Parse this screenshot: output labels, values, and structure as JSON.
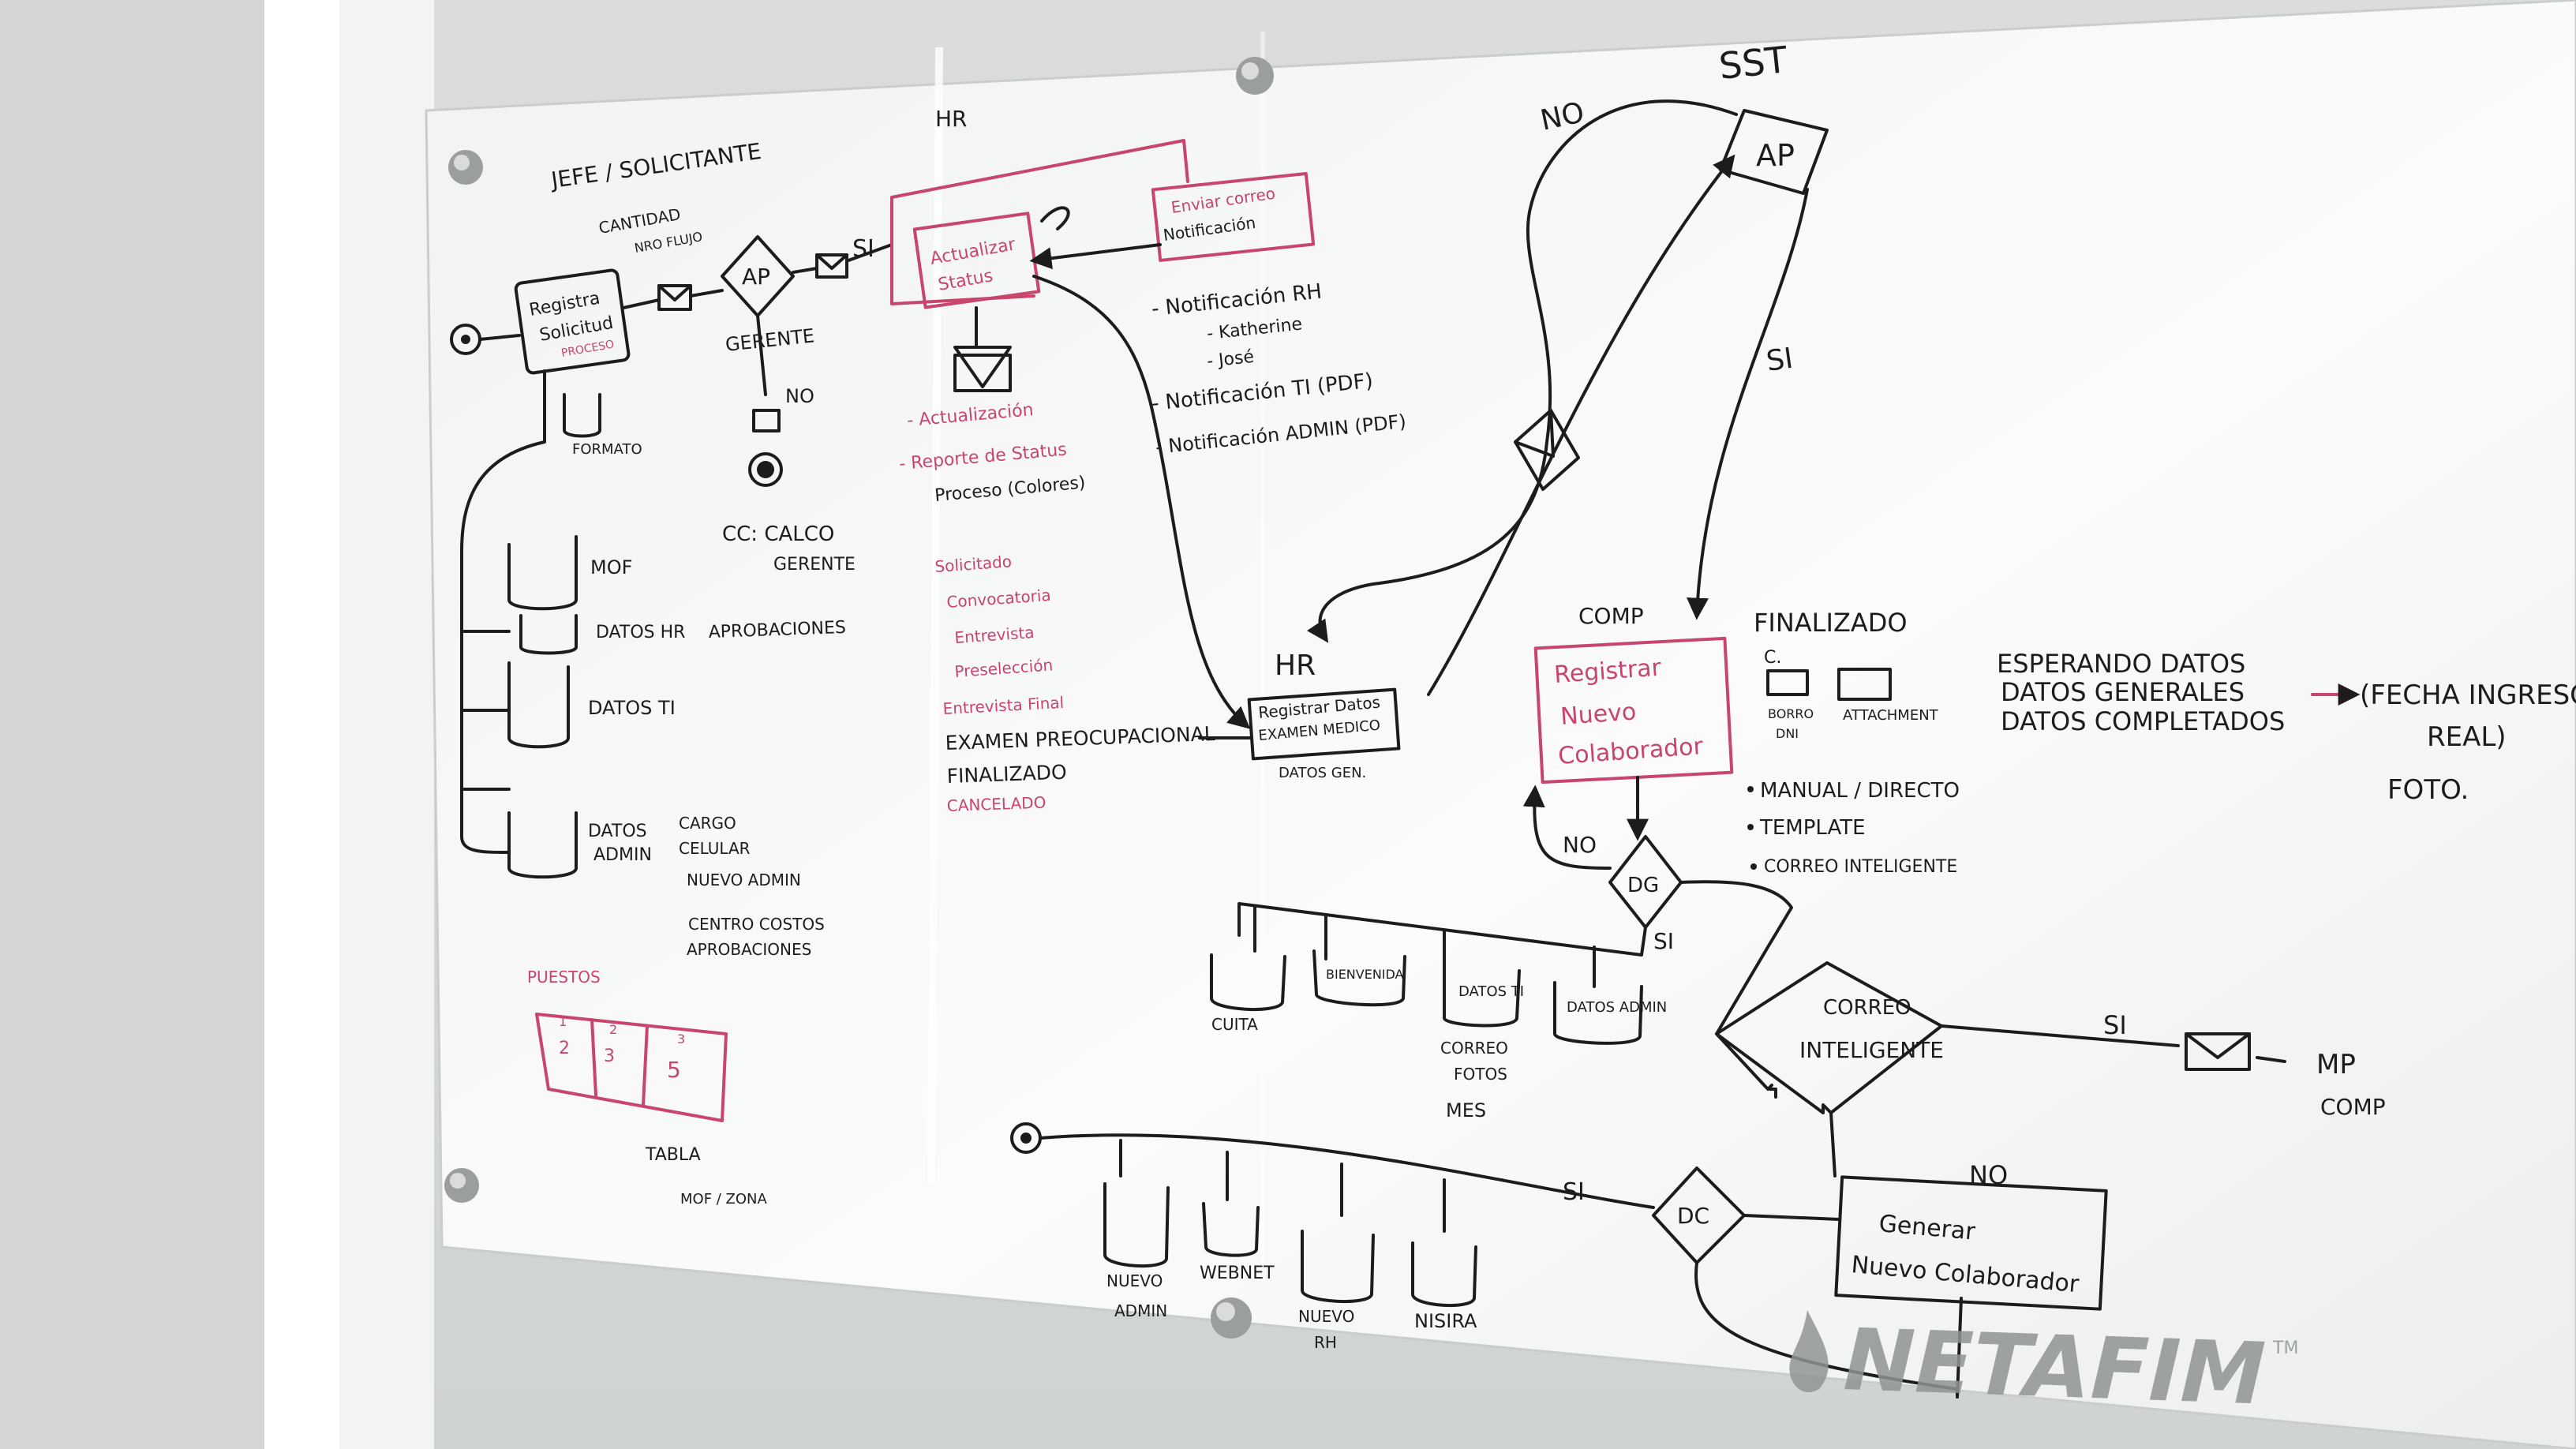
{
  "board": {
    "lanes": {
      "jefe": "JEFE / SOLICITANTE",
      "hr": "HR",
      "sst": "SST",
      "hr2": "HR",
      "comp": "COMP",
      "finalizado": "FINALIZADO"
    },
    "jefe": {
      "cantidad": "CANTIDAD",
      "nro_flujo": "NRO FLUJO",
      "registra": "Registra",
      "solicitud": "Solicitud",
      "proceso": "PROCESO",
      "ap": "AP",
      "gerente": "GERENTE",
      "si": "SI",
      "no": "NO",
      "formato": "FORMATO",
      "mof": "MOF",
      "datos_hr": "DATOS HR",
      "aprobaciones": "APROBACIONES",
      "datos_ti": "DATOS TI",
      "datos_admin": [
        "DATOS",
        "ADMIN"
      ],
      "admin_items": [
        "CARGO",
        "CELULAR",
        "NUEVO ADMIN",
        "CENTRO COSTOS",
        "APROBACIONES"
      ],
      "cc_gerente": [
        "CC: CALCO",
        "GERENTE"
      ],
      "puestos": "PUESTOS",
      "tabla_nums": [
        "1",
        "2",
        "3",
        "2",
        "3",
        "5"
      ],
      "tabla": "TABLA",
      "tabla_sub": "MOF / ZONA"
    },
    "hr": {
      "actualizar": [
        "Actualizar",
        "Status"
      ],
      "enviar": [
        "Enviar correo",
        "Notificación"
      ],
      "red_items": [
        "- Actualización",
        "- Reporte de Status",
        "Proceso (Colores)"
      ],
      "status_list": [
        "Solicitado",
        "Convocatoria",
        "Entrevista",
        "Preselección",
        "Entrevista Final"
      ],
      "black_list": [
        "EXAMEN PREOCUPACIONAL",
        "FINALIZADO"
      ],
      "cancelado": "CANCELADO",
      "notif": [
        "- Notificación RH",
        "- Katherine",
        "- José",
        "- Notificación TI (PDF)",
        "- Notificación ADMIN (PDF)"
      ]
    },
    "center": {
      "hr_box": [
        "Registrar Datos",
        "EXAMEN MEDICO"
      ],
      "datos_gen": "DATOS GEN.",
      "si": "SI",
      "no": "NO",
      "ap": "AP"
    },
    "comp": {
      "registrar": [
        "Registrar",
        "Nuevo",
        "Colaborador"
      ],
      "finalizado_items": [
        "C.",
        "BORRO",
        "DNI",
        "ATTACHMENT"
      ],
      "esperando": "ESPERANDO DATOS",
      "datos_generales": "DATOS GENERALES",
      "datos_completados": "DATOS COMPLETADOS",
      "fecha": [
        "(FECHA INGRESO",
        "REAL)"
      ],
      "foto": "FOTO.",
      "bullets": [
        "MANUAL / DIRECTO",
        "TEMPLATE",
        "CORREO INTELIGENTE"
      ],
      "no": "NO",
      "dg": "DG",
      "si": "SI",
      "bottom_dbs": [
        "CUITA",
        "BIENVENIDA",
        "DATOS TI",
        "DATOS ADMIN"
      ],
      "correo_fotos": [
        "CORREO",
        "FOTOS",
        "MES"
      ],
      "correo": [
        "CORREO",
        "INTELIGENTE"
      ],
      "si2": "SI",
      "mp": [
        "MP",
        "COMP"
      ],
      "no2": "NO"
    },
    "bottom": {
      "dbs": [
        [
          "NUEVO",
          "ADMIN"
        ],
        [
          "WEBNET"
        ],
        [
          "NUEVO",
          "RH"
        ],
        [
          "NISIRA"
        ]
      ],
      "si": "SI",
      "dc": "DC",
      "generar": [
        "Generar",
        "Nuevo Colaborador"
      ]
    },
    "watermark": "NETAFIM",
    "tm": "TM"
  }
}
